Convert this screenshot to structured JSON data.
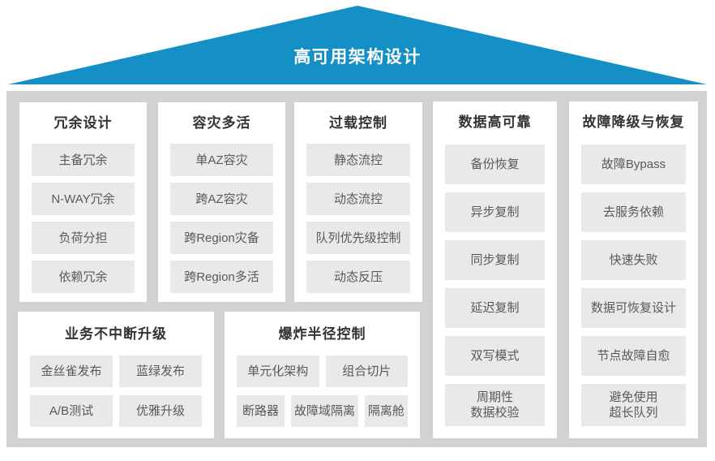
{
  "roof": {
    "title": "高可用架构设计"
  },
  "colors": {
    "roof_blue": "#1590c6",
    "frame_gray": "#d2d2d2",
    "box_gray": "#e9e9e9",
    "title_text": "#333333",
    "item_text": "#595959"
  },
  "columns": [
    {
      "title": "冗余设计",
      "items": [
        "主备冗余",
        "N-WAY冗余",
        "负荷分担",
        "依赖冗余"
      ]
    },
    {
      "title": "容灾多活",
      "items": [
        "单AZ容灾",
        "跨AZ容灾",
        "跨Region灾备",
        "跨Region多活"
      ]
    },
    {
      "title": "过载控制",
      "items": [
        "静态流控",
        "动态流控",
        "队列优先级控制",
        "动态反压"
      ]
    },
    {
      "title": "数据高可靠",
      "items": [
        "备份恢复",
        "异步复制",
        "同步复制",
        "延迟复制",
        "双写模式",
        "周期性\n数据校验"
      ]
    },
    {
      "title": "故障降级与恢复",
      "items": [
        "故障Bypass",
        "去服务依赖",
        "快速失败",
        "数据可恢复设计",
        "节点故障自愈",
        "避免使用\n超长队列"
      ]
    }
  ],
  "bottom_panels": [
    {
      "title": "业务不中断升级",
      "rows": [
        [
          "金丝雀发布",
          "蓝绿发布"
        ],
        [
          "A/B测试",
          "优雅升级"
        ]
      ]
    },
    {
      "title": "爆炸半径控制",
      "rows": [
        [
          "单元化架构",
          "组合切片"
        ],
        [
          "断路器",
          "故障域隔离",
          "隔离舱"
        ]
      ]
    }
  ]
}
